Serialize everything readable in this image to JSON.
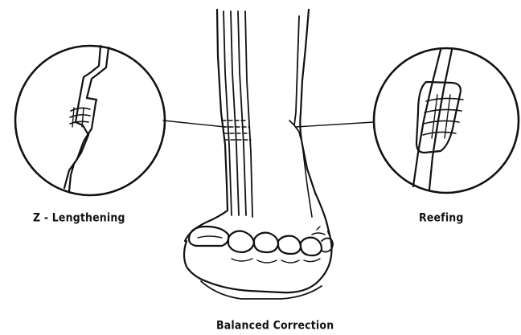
{
  "figure": {
    "left_callout_label": "Z - Lengthening",
    "right_callout_label": "Reefing",
    "caption": "Balanced Correction"
  },
  "colors": {
    "ink": "#111111",
    "background": "#ffffff"
  }
}
